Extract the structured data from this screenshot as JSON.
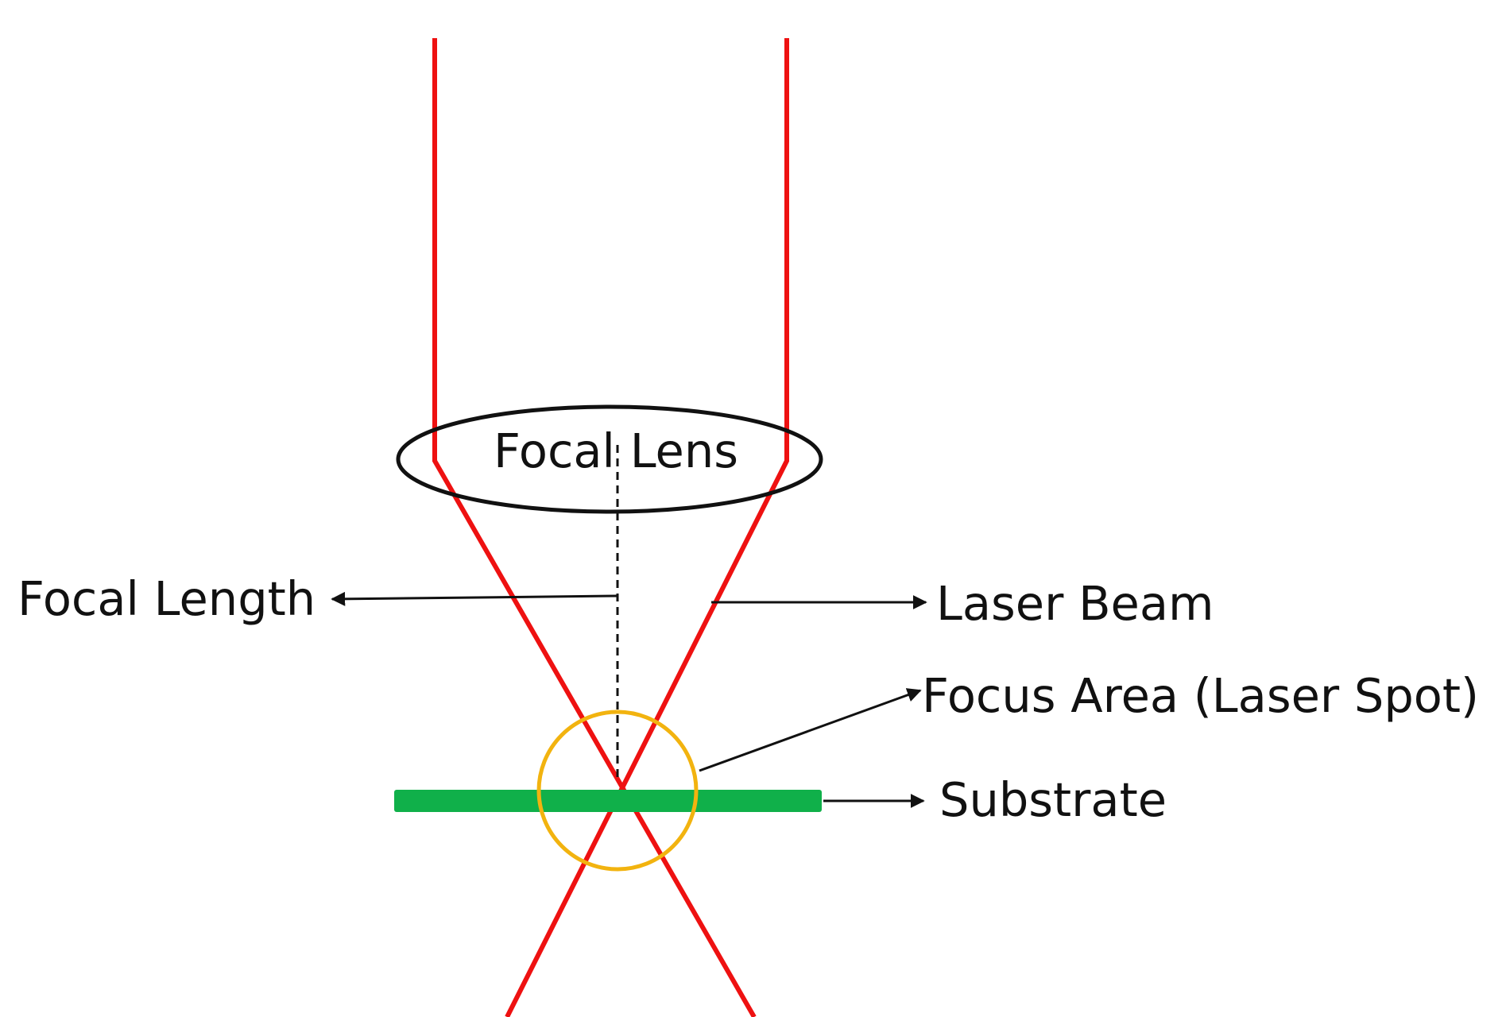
{
  "labels": {
    "lens": "Focal Lens",
    "focal_length": "Focal Length",
    "laser_beam": "Laser Beam",
    "focus_area": "Focus Area (Laser Spot)",
    "substrate": "Substrate"
  },
  "colors": {
    "beam": "#ee1111",
    "substrate": "#10b04a",
    "focus_circle": "#f2b30f",
    "outline": "#111111",
    "background": "#ffffff"
  }
}
